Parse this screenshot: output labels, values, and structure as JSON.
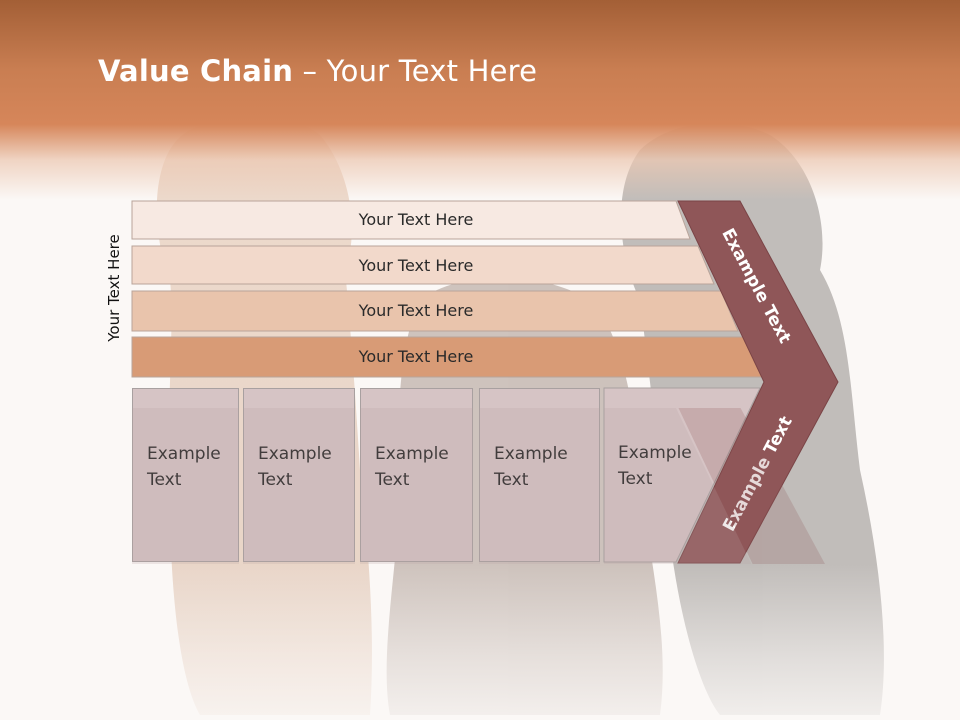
{
  "slide": {
    "title_bold": "Value Chain",
    "title_rest": " – Your Text Here",
    "side_label": "Your Text Here"
  },
  "rows": [
    {
      "label": "Your Text Here",
      "color": "#f7e9e2"
    },
    {
      "label": "Your Text Here",
      "color": "#f2d9cb"
    },
    {
      "label": "Your Text Here",
      "color": "#e9c4ac"
    },
    {
      "label": "Your Text Here",
      "color": "#d89b76"
    }
  ],
  "boxes": [
    {
      "label": "Example Text"
    },
    {
      "label": "Example Text"
    },
    {
      "label": "Example Text"
    },
    {
      "label": "Example Text"
    },
    {
      "label": "Example Text"
    }
  ],
  "chevron": {
    "upper_label": "Example Text",
    "lower_label": "Example Text",
    "color": "#8f5658"
  },
  "colors": {
    "header": "#c97e52",
    "box_fill": "#d6c4c5",
    "background": "#fbf8f6"
  }
}
